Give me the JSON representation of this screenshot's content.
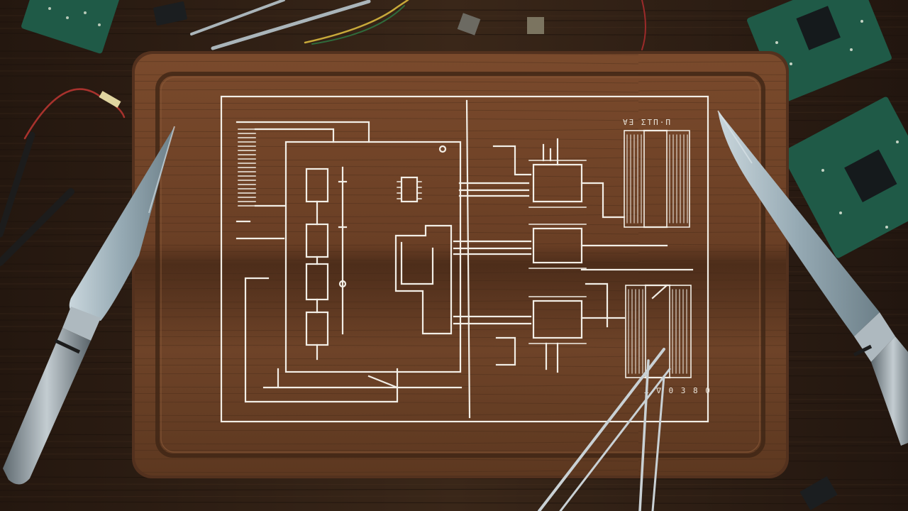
{
  "scene": {
    "subject": "circuit schematic drawn on a wooden cutting board",
    "annotations": {
      "top_right": "∀∃ ΣTΠ·Π",
      "bottom_right": "⊥ ∇ 0 3 8 0"
    }
  },
  "colors": {
    "table_wood": "#2a1c14",
    "board_wood": "#6b4128",
    "board_rim": "#53311e",
    "schematic_line": "#f2eee6",
    "pcb_green": "#1f5a47",
    "blade_steel": "#9fb1bb",
    "handle_steel": "#8e9aa2"
  },
  "icons": [
    "knife-left-icon",
    "knife-right-icon",
    "tweezers-icon",
    "pcb-board-icon",
    "chip-icon",
    "wire-icon"
  ]
}
